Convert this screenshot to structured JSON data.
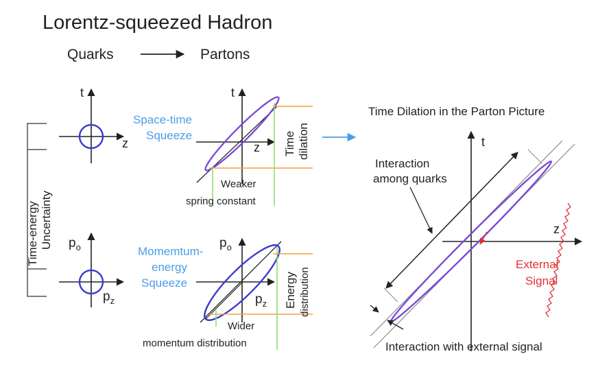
{
  "title": "Lorentz-squeezed Hadron",
  "subtitle": {
    "left": "Quarks",
    "right": "Partons"
  },
  "left_panel": {
    "uncertainty_label": [
      "Time-energy",
      "Uncertainty"
    ],
    "top": {
      "axis_t": "t",
      "axis_z": "z",
      "squeeze_label": [
        "Space-time",
        "Squeeze"
      ],
      "right_axis_t": "t",
      "right_axis_z": "z",
      "effect_label": [
        "Time",
        "dilation"
      ],
      "note": [
        "Weaker",
        "spring constant"
      ]
    },
    "bottom": {
      "axis_p0": "p",
      "axis_p0_sub": "o",
      "axis_pz": "p",
      "axis_pz_sub": "z",
      "squeeze_label": [
        "Momemtum-",
        "energy",
        "Squeeze"
      ],
      "right_axis_p0": "p",
      "right_axis_p0_sub": "o",
      "right_axis_pz": "p",
      "right_axis_pz_sub": "z",
      "effect_label": [
        "Energy",
        "distribution"
      ],
      "note": [
        "Wider",
        "momentum distribution"
      ]
    }
  },
  "right_panel": {
    "title": "Time Dilation in the Parton Picture",
    "axis_t": "t",
    "axis_z": "z",
    "interaction_quarks": [
      "Interaction",
      "among quarks"
    ],
    "external_signal": [
      "External",
      "Signal"
    ],
    "interaction_external": "Interaction with external signal"
  },
  "colors": {
    "ellipse": "#3a3ad0",
    "squeeze_text": "#4a9ee6",
    "orange": "#f2a23a",
    "green": "#8fdc7a",
    "red_text": "#e03030",
    "arrow_blue": "#4a9ee6",
    "axis": "#222222"
  }
}
